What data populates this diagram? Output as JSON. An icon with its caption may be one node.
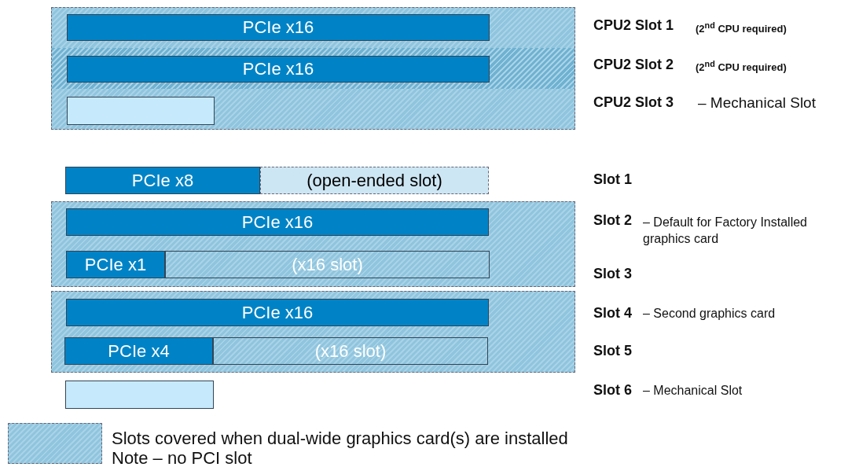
{
  "diagram": {
    "nodes": [
      {
        "text": [],
        "shape": "band"
      },
      {
        "text": [
          "PCIe x16"
        ],
        "in": 0
      },
      {
        "text": [
          "PCIe x16"
        ],
        "in": 0
      },
      {
        "text": [],
        "shape": "box",
        "in": 0
      },
      {
        "text": [
          "PCIe x8"
        ]
      },
      {
        "text": [
          "(open-ended slot)"
        ]
      },
      {
        "text": [],
        "shape": "band"
      },
      {
        "text": [
          "PCIe x16"
        ],
        "in": 6
      },
      {
        "text": [
          "PCIe x1"
        ],
        "in": 6
      },
      {
        "text": [
          "(x16 slot)"
        ],
        "in": 6
      },
      {
        "text": [],
        "shape": "band"
      },
      {
        "text": [
          "PCIe x16"
        ],
        "in": 10
      },
      {
        "text": [
          "PCIe x4"
        ],
        "in": 10
      },
      {
        "text": [
          "(x16 slot)"
        ],
        "in": 10
      },
      {
        "text": [],
        "shape": "box"
      }
    ],
    "edges": [],
    "labels": [
      "CPU2 Slot 1",
      "(2$^{nd}$ CPU required)",
      "CPU2 Slot 2",
      "(2$^{nd}$ CPU required)",
      "CPU2 Slot 3",
      "– Mechanical Slot",
      "Slot 1",
      "Slot 2",
      "– Default for Factory Installed graphics card",
      "Slot 3",
      "Slot 4",
      "– Second graphics card",
      "Slot 5",
      "Slot 6",
      "– Mechanical Slot",
      "Note – no PCI slot"
    ],
    "legend": [
      {
        "text": "Slots covered when dual-wide graphics card(s) are installed",
        "color": "#8fc5de"
      }
    ]
  }
}
